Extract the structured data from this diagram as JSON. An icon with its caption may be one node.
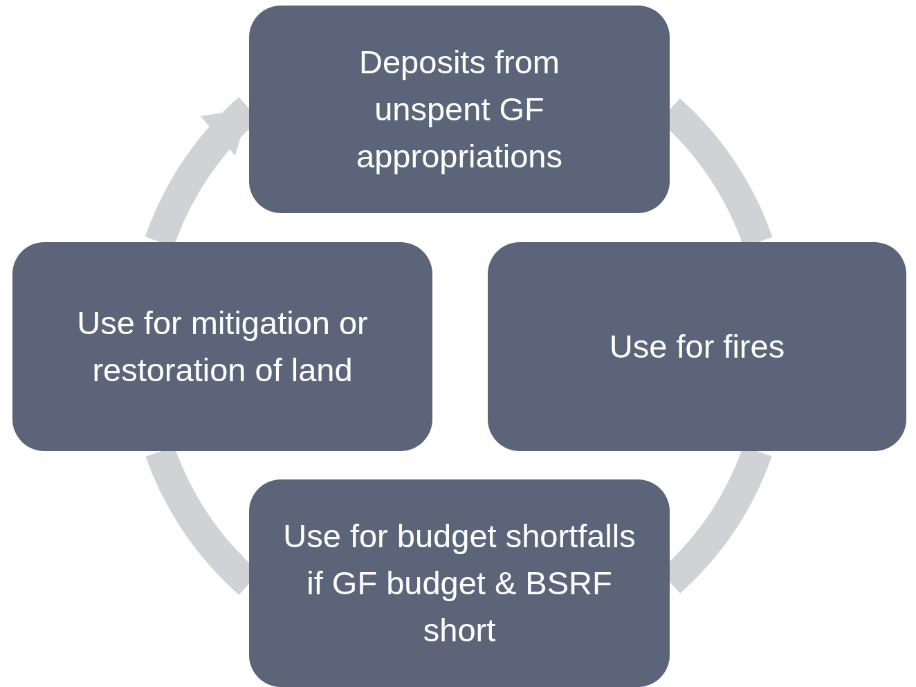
{
  "diagram": {
    "nodes": [
      {
        "text": [
          "Deposits from unspent GF appropriations"
        ]
      },
      {
        "text": [
          "Use for fires"
        ]
      },
      {
        "text": [
          "Use for budget shortfalls if GF budget & BSRF short"
        ]
      },
      {
        "text": [
          "Use for mitigation or restoration of land"
        ]
      }
    ],
    "edges": [
      {
        "from": 0,
        "to": 1,
        "arrow": "none"
      },
      {
        "from": 1,
        "to": 2,
        "arrow": "none"
      },
      {
        "from": 2,
        "to": 3,
        "arrow": "none"
      },
      {
        "from": 3,
        "to": 0,
        "arrow": "to"
      }
    ]
  }
}
